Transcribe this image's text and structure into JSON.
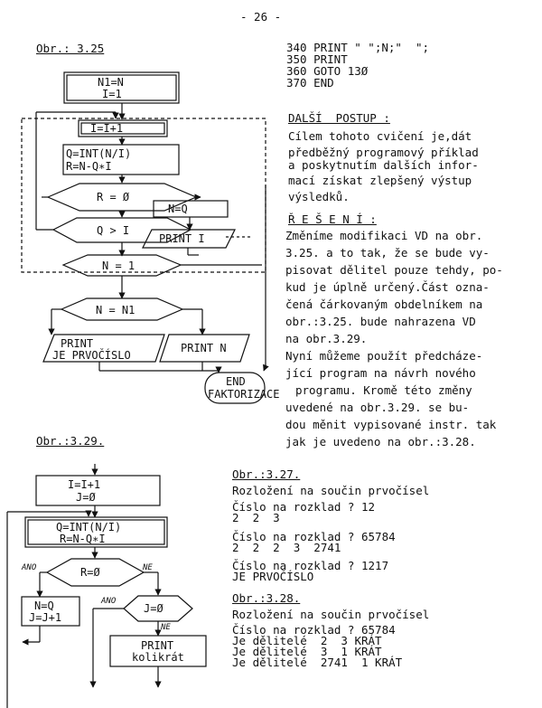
{
  "page_number": "- 26 -",
  "fig325": {
    "caption": "Obr.: 3.25",
    "init_n1": "N1=N",
    "init_i": "I=1",
    "incr": "I=I+1",
    "calc_q": "Q=INT(N/I)",
    "calc_r": "R=N-Q∗I",
    "cond_r": "R = Ø",
    "assign_n": "N=Q",
    "cond_q": "Q > I",
    "print_i": "PRINT I",
    "cond_n1": "N = 1",
    "cond_nn1": "N = N1",
    "print_prime_1": "PRINT",
    "print_prime_2": "JE PRVOČÍSLO",
    "print_n": "PRINT N",
    "end_1": "END",
    "end_2": "FAKTORIZACE"
  },
  "code_lines": [
    "340 PRINT \" \";N;\"  \";",
    "350 PRINT",
    "360 GOTO 13Ø",
    "370 END"
  ],
  "dalsi": {
    "heading": "DALŠÍ  POSTUP :",
    "lines": [
      "Cílem tohoto cvičení je,dát",
      "předběžný programový příklad",
      "a poskytnutím dalších infor-",
      "mací získat zlepšený výstup",
      "výsledků."
    ]
  },
  "reseni": {
    "heading": "Ř E Š E N Í :",
    "lines": [
      "Změníme modifikaci VD na obr.",
      "3.25. a to tak, že se bude vy-",
      "pisovat dělitel pouze tehdy, po-",
      "kud je úplně určený.Část ozna-",
      "čená čárkovaným obdelníkem na",
      "obr.:3.25. bude nahrazena VD",
      "na obr.3.29.",
      "Nyní můžeme použít předcháze-",
      "jící program na návrh nového",
      "programu. Kromě této změny",
      "uvedené na obr.3.29. se bu-",
      "dou měnit vypisované instr. tak",
      "jak je uvedeno na obr.:3.28."
    ]
  },
  "fig329": {
    "caption": "Obr.:3.29.",
    "incr": "I=I+1",
    "init_j": "J=Ø",
    "calc_q": "Q=INT(N/I)",
    "calc_r": "R=N-Q∗I",
    "cond_r": "R=Ø",
    "label_ano_1": "ANO",
    "label_ne_1": "NE",
    "assign_n": "N=Q",
    "assign_j": "J=J+1",
    "cond_j": "J=Ø",
    "label_ano_2": "ANO",
    "label_ne_2": "NE",
    "print_1": "PRINT",
    "print_2": "kolikrát"
  },
  "obr327": {
    "caption": "Obr.:3.27.",
    "lines": [
      "Rozložení na součin prvočísel",
      "Číslo na rozklad ? 12",
      "2  2  3",
      "Číslo na rozklad ? 65784",
      "2  2  2  3  2741",
      "Číslo na rozklad ? 1217",
      "JE PRVOČÍSLO"
    ]
  },
  "obr328": {
    "caption": "Obr.:3.28.",
    "lines": [
      "Rozložení na součin prvočísel",
      "Číslo na rozklad ? 65784",
      "Je dělitelé  2  3 KRÁT",
      "Je dělitelé  3  1 KRÁT",
      "Je dělitelé  2741  1 KRÁT"
    ]
  }
}
